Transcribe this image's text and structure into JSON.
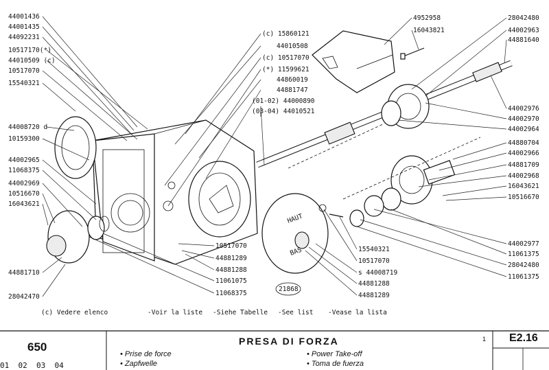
{
  "legend": {
    "see_list_it": "(c) Vedere elenco",
    "see_list_fr": "-Voir la liste",
    "see_list_de": "-Siehe Tabelle",
    "see_list_en": "-See list",
    "see_list_es": "-Vease la lista"
  },
  "figure_ref": "21868",
  "labels_left": [
    "44001436",
    "44001435",
    "44092231",
    "10517170(*)",
    "44010509 (c)",
    "10517070",
    "15540321",
    "44008720 d",
    "10159300",
    "44002965",
    "11068375",
    "44002969",
    "10516670",
    "16043621",
    "44881710",
    "28042470"
  ],
  "labels_center": [
    "(c) 15860121",
    "44010508",
    "(c) 10517070",
    "(*) 11599621",
    "44860019",
    "44881747",
    "(01-02) 44000890",
    "(03-04) 44010521"
  ],
  "labels_top": [
    "4952958",
    "16043821"
  ],
  "labels_right_top": [
    "28042480",
    "44002963",
    "44881640"
  ],
  "labels_right": [
    "44002976",
    "44002970",
    "44002964",
    "44880704",
    "44002966",
    "44881709",
    "44002968",
    "16043621",
    "10516670"
  ],
  "labels_right_bottom": [
    "44002977",
    "11061375",
    "28042480",
    "11061375"
  ],
  "labels_bottom_center": [
    "10517070",
    "44881289",
    "44881288",
    "11061075",
    "11068375"
  ],
  "labels_bottom_mid": [
    "15540321",
    "10517070",
    "s 44008719",
    "44881288",
    "44881289"
  ],
  "embossed": {
    "top": "HAUT",
    "bottom": "BAS"
  },
  "title_block": {
    "model": "650",
    "versions": "01  02  03  04",
    "title": "PRESA DI FORZA",
    "fr": "Prise de force",
    "de": "Zapfwelle",
    "en": "Power Take-off",
    "es": "Toma de fuerza",
    "marker": "1",
    "page_code": "E2.16"
  }
}
